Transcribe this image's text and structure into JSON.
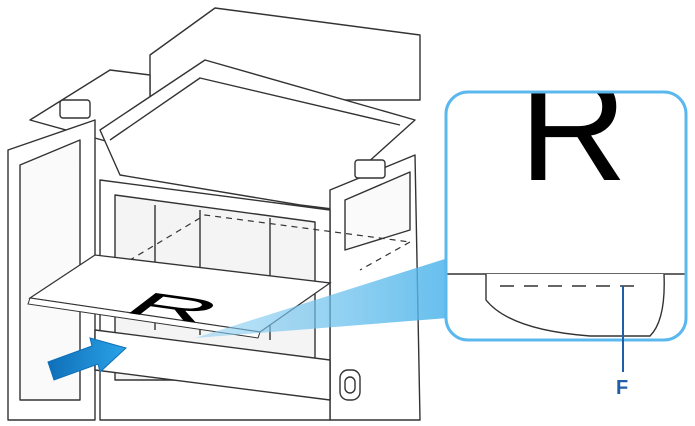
{
  "callout_label": "F",
  "paper_letter": "R",
  "detail_letter": "R",
  "icons": {
    "insert_arrow": "arrow-right-icon",
    "power_button": "power-icon"
  },
  "colors": {
    "accent": "#1f9fe0",
    "label": "#1f5fa8",
    "outline": "#333333"
  }
}
